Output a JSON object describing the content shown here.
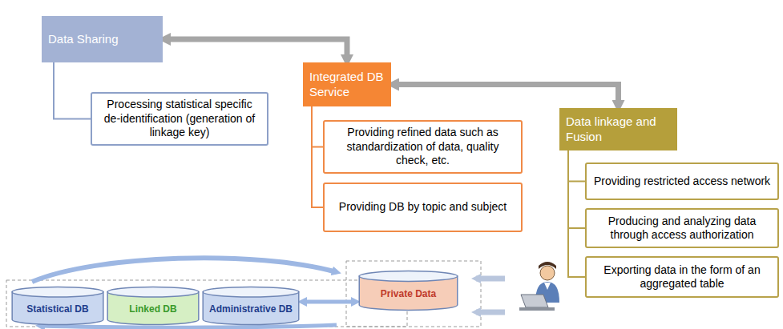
{
  "diagram": {
    "nodes": [
      {
        "text": [
          "Data Sharing"
        ]
      },
      {
        "text": [
          "Processing statistical specific de-identification (generation of linkage key)"
        ]
      },
      {
        "text": [
          "Integrated DB Service"
        ]
      },
      {
        "text": [
          "Providing refined data such as standardization of data, quality check, etc."
        ]
      },
      {
        "text": [
          "Providing DB by topic and subject"
        ]
      },
      {
        "text": [
          "Data linkage and Fusion"
        ]
      },
      {
        "text": [
          "Providing restricted access network"
        ]
      },
      {
        "text": [
          "Producing and analyzing data through access authorization"
        ]
      },
      {
        "text": [
          "Exporting data in the form of an aggregated table"
        ]
      },
      {
        "text": [
          "Statistical DB"
        ]
      },
      {
        "text": [
          "Linked DB"
        ]
      },
      {
        "text": [
          "Administrative DB"
        ]
      },
      {
        "text": [
          "Private Data"
        ]
      }
    ],
    "edges": [
      {
        "from": 0,
        "to": 2,
        "arrow": "both"
      },
      {
        "from": 2,
        "to": 5,
        "arrow": "both"
      },
      {
        "from": 0,
        "to": 1,
        "arrow": "none"
      },
      {
        "from": 2,
        "to": 3,
        "arrow": "none"
      },
      {
        "from": 2,
        "to": 4,
        "arrow": "none"
      },
      {
        "from": 5,
        "to": 6,
        "arrow": "none"
      },
      {
        "from": 5,
        "to": 7,
        "arrow": "none"
      },
      {
        "from": 5,
        "to": 8,
        "arrow": "none"
      },
      {
        "from": 11,
        "to": 12,
        "arrow": "both"
      }
    ]
  }
}
